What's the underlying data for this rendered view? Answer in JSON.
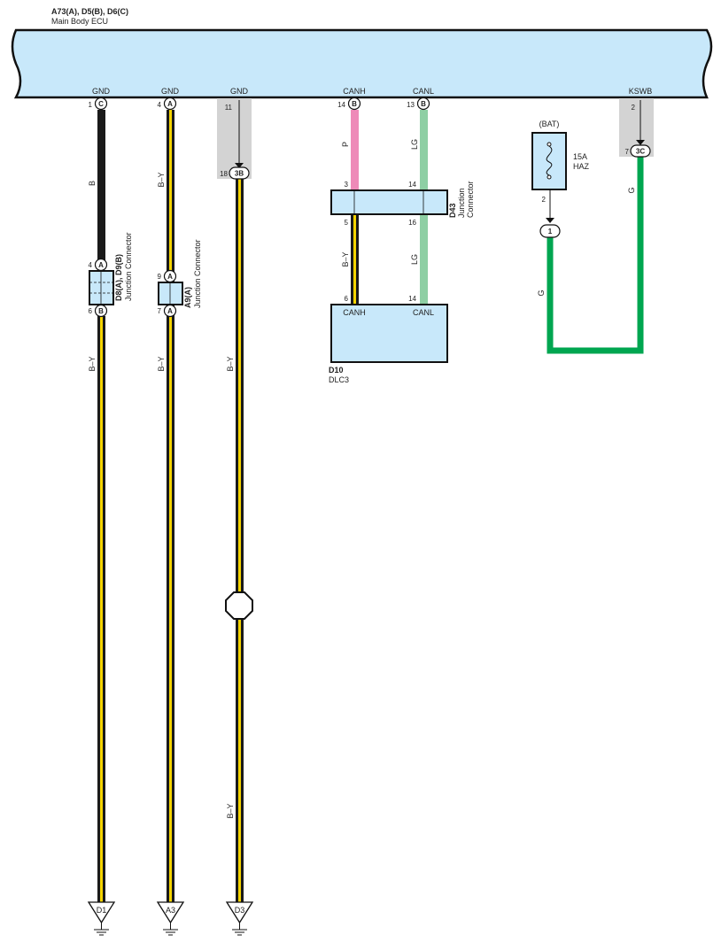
{
  "header": {
    "ecu_id": "A73(A), D5(B), D6(C)",
    "ecu_name": "Main Body ECU"
  },
  "ecu_terminals": [
    {
      "signal": "GND",
      "pin": "1",
      "conn": "C"
    },
    {
      "signal": "GND",
      "pin": "4",
      "conn": "A"
    },
    {
      "signal": "GND",
      "pin": "11",
      "conn": ""
    },
    {
      "signal": "CANH",
      "pin": "14",
      "conn": "B"
    },
    {
      "signal": "CANL",
      "pin": "13",
      "conn": "B"
    },
    {
      "signal": "KSWB",
      "pin": "2",
      "conn": ""
    }
  ],
  "wire_colors": {
    "b": "B",
    "by": "B–Y",
    "p": "P",
    "lg": "LG",
    "g": "G"
  },
  "junction_d8": {
    "id": "D8(A), D9(B)",
    "name": "Junction Connector",
    "top_pin": "4",
    "top_conn": "A",
    "bottom_pin": "6",
    "bottom_conn": "B"
  },
  "junction_a9": {
    "id": "A9(A)",
    "name": "Junction Connector",
    "top_pin": "9",
    "top_conn": "A",
    "bottom_pin": "7",
    "bottom_conn": "A"
  },
  "inline_3b": {
    "pin": "18",
    "conn": "3B"
  },
  "junction_d43": {
    "id": "D43",
    "name_line1": "Junction",
    "name_line2": "Connector",
    "pin_in_h": "3",
    "pin_in_l": "14",
    "pin_out_h": "5",
    "pin_out_l": "16"
  },
  "dlc": {
    "id": "D10",
    "name": "DLC3",
    "pin_h": "6",
    "pin_l": "14",
    "label_h": "CANH",
    "label_l": "CANL"
  },
  "fuse": {
    "source": "(BAT)",
    "rating": "15A",
    "name": "HAZ",
    "pin_out": "2",
    "conn": "1"
  },
  "inline_3c": {
    "pin": "7",
    "conn": "3C"
  },
  "grounds": [
    "D1",
    "A3",
    "D3"
  ],
  "colors": {
    "ecu_fill": "#c8e8fa",
    "gray_band": "#d3d3d3",
    "wire_black": "#1a1a1a",
    "wire_yellow": "#f5d400",
    "wire_pink": "#ee8ab8",
    "wire_lightgreen": "#8ecfa4",
    "wire_green": "#00a650"
  }
}
